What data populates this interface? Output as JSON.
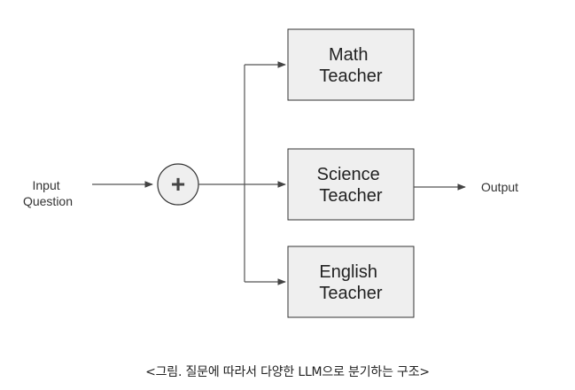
{
  "diagram": {
    "input_label": [
      "Input",
      "Question"
    ],
    "combiner_symbol": "+",
    "boxes": [
      {
        "id": "math",
        "lines": [
          "Math",
          "Teacher"
        ]
      },
      {
        "id": "science",
        "lines": [
          "Science",
          "Teacher"
        ]
      },
      {
        "id": "english",
        "lines": [
          "English",
          "Teacher"
        ]
      }
    ],
    "output_label": "Output",
    "colors": {
      "box_fill": "#efefef",
      "box_stroke": "#333333",
      "line": "#555555"
    }
  },
  "caption": "<그림. 질문에 따라서 다양한 LLM으로 분기하는 구조>"
}
